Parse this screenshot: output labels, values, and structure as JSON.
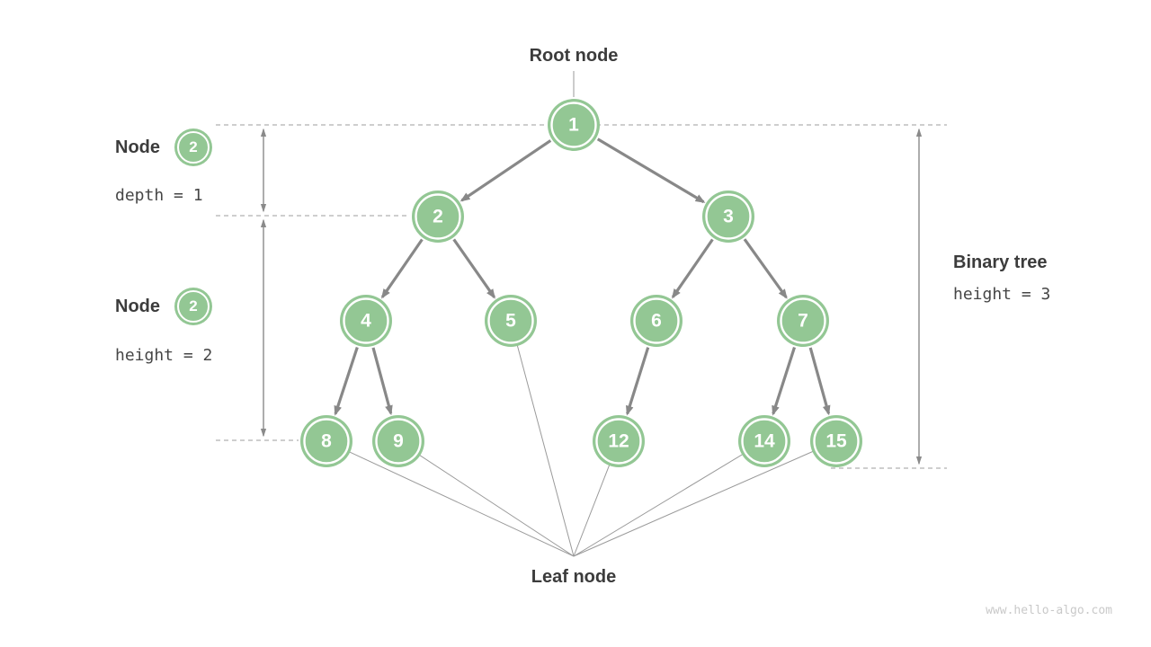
{
  "labels": {
    "root": "Root node",
    "leaf": "Leaf node"
  },
  "annotations": {
    "depth": {
      "title": "Node",
      "badge": "2",
      "value": "depth = 1"
    },
    "node_height": {
      "title": "Node",
      "badge": "2",
      "value": "height = 2"
    },
    "tree_height": {
      "title": "Binary tree",
      "value": "height = 3"
    }
  },
  "tree": {
    "nodes": [
      {
        "value": "1"
      },
      {
        "value": "2"
      },
      {
        "value": "3"
      },
      {
        "value": "4"
      },
      {
        "value": "5"
      },
      {
        "value": "6"
      },
      {
        "value": "7"
      },
      {
        "value": "8"
      },
      {
        "value": "9"
      },
      {
        "value": "12"
      },
      {
        "value": "14"
      },
      {
        "value": "15"
      }
    ],
    "edges": [
      "1-2",
      "1-3",
      "2-4",
      "2-5",
      "3-6",
      "3-7",
      "4-8",
      "4-9",
      "6-12",
      "7-14",
      "7-15"
    ],
    "leaves": [
      "8",
      "9",
      "5",
      "12",
      "14",
      "15"
    ]
  },
  "watermark": {
    "text": "www.hello-algo.com"
  },
  "colors": {
    "node_fill": "#93c794",
    "node_ring": "#ffffff",
    "edge_gray": "#888888",
    "guide_gray": "#9e9e9e",
    "text_dark": "#3c3c3c",
    "watermark_gray": "#c9c9c9"
  }
}
